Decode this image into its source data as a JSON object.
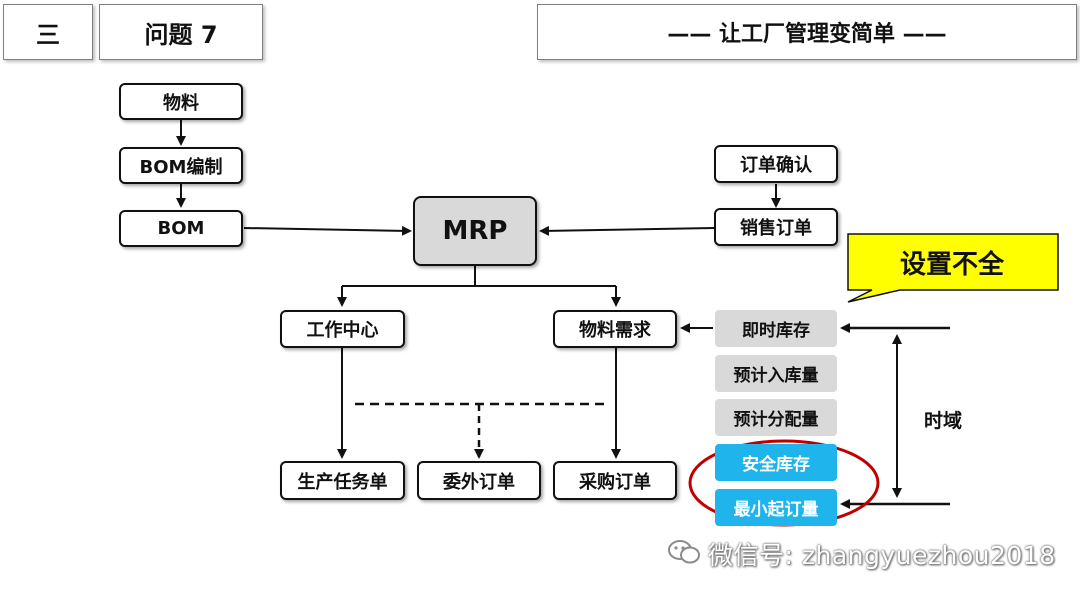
{
  "header": {
    "section": "三",
    "question": "问题 7",
    "title": "—— 让工厂管理变简单 ——"
  },
  "nodes": {
    "material": "物料",
    "bom_edit": "BOM编制",
    "bom": "BOM",
    "mrp": "MRP",
    "order_confirm": "订单确认",
    "sales_order": "销售订单",
    "work_center": "工作中心",
    "material_demand": "物料需求",
    "production_order": "生产任务单",
    "outsource_order": "委外订单",
    "purchase_order": "采购订单"
  },
  "params": {
    "instant_stock": "即时库存",
    "expected_in": "预计入库量",
    "expected_alloc": "预计分配量",
    "safety_stock": "安全库存",
    "min_order": "最小起订量"
  },
  "callout": "设置不全",
  "time_domain": "时域",
  "watermark": "微信号: zhangyuezhou2018",
  "colors": {
    "highlight_blue": "#1fb5ec",
    "param_gray": "#d9d9d9",
    "mrp_gray": "#d9d9d9",
    "callout_yellow": "#ffff00",
    "circle_red": "#c00000"
  }
}
